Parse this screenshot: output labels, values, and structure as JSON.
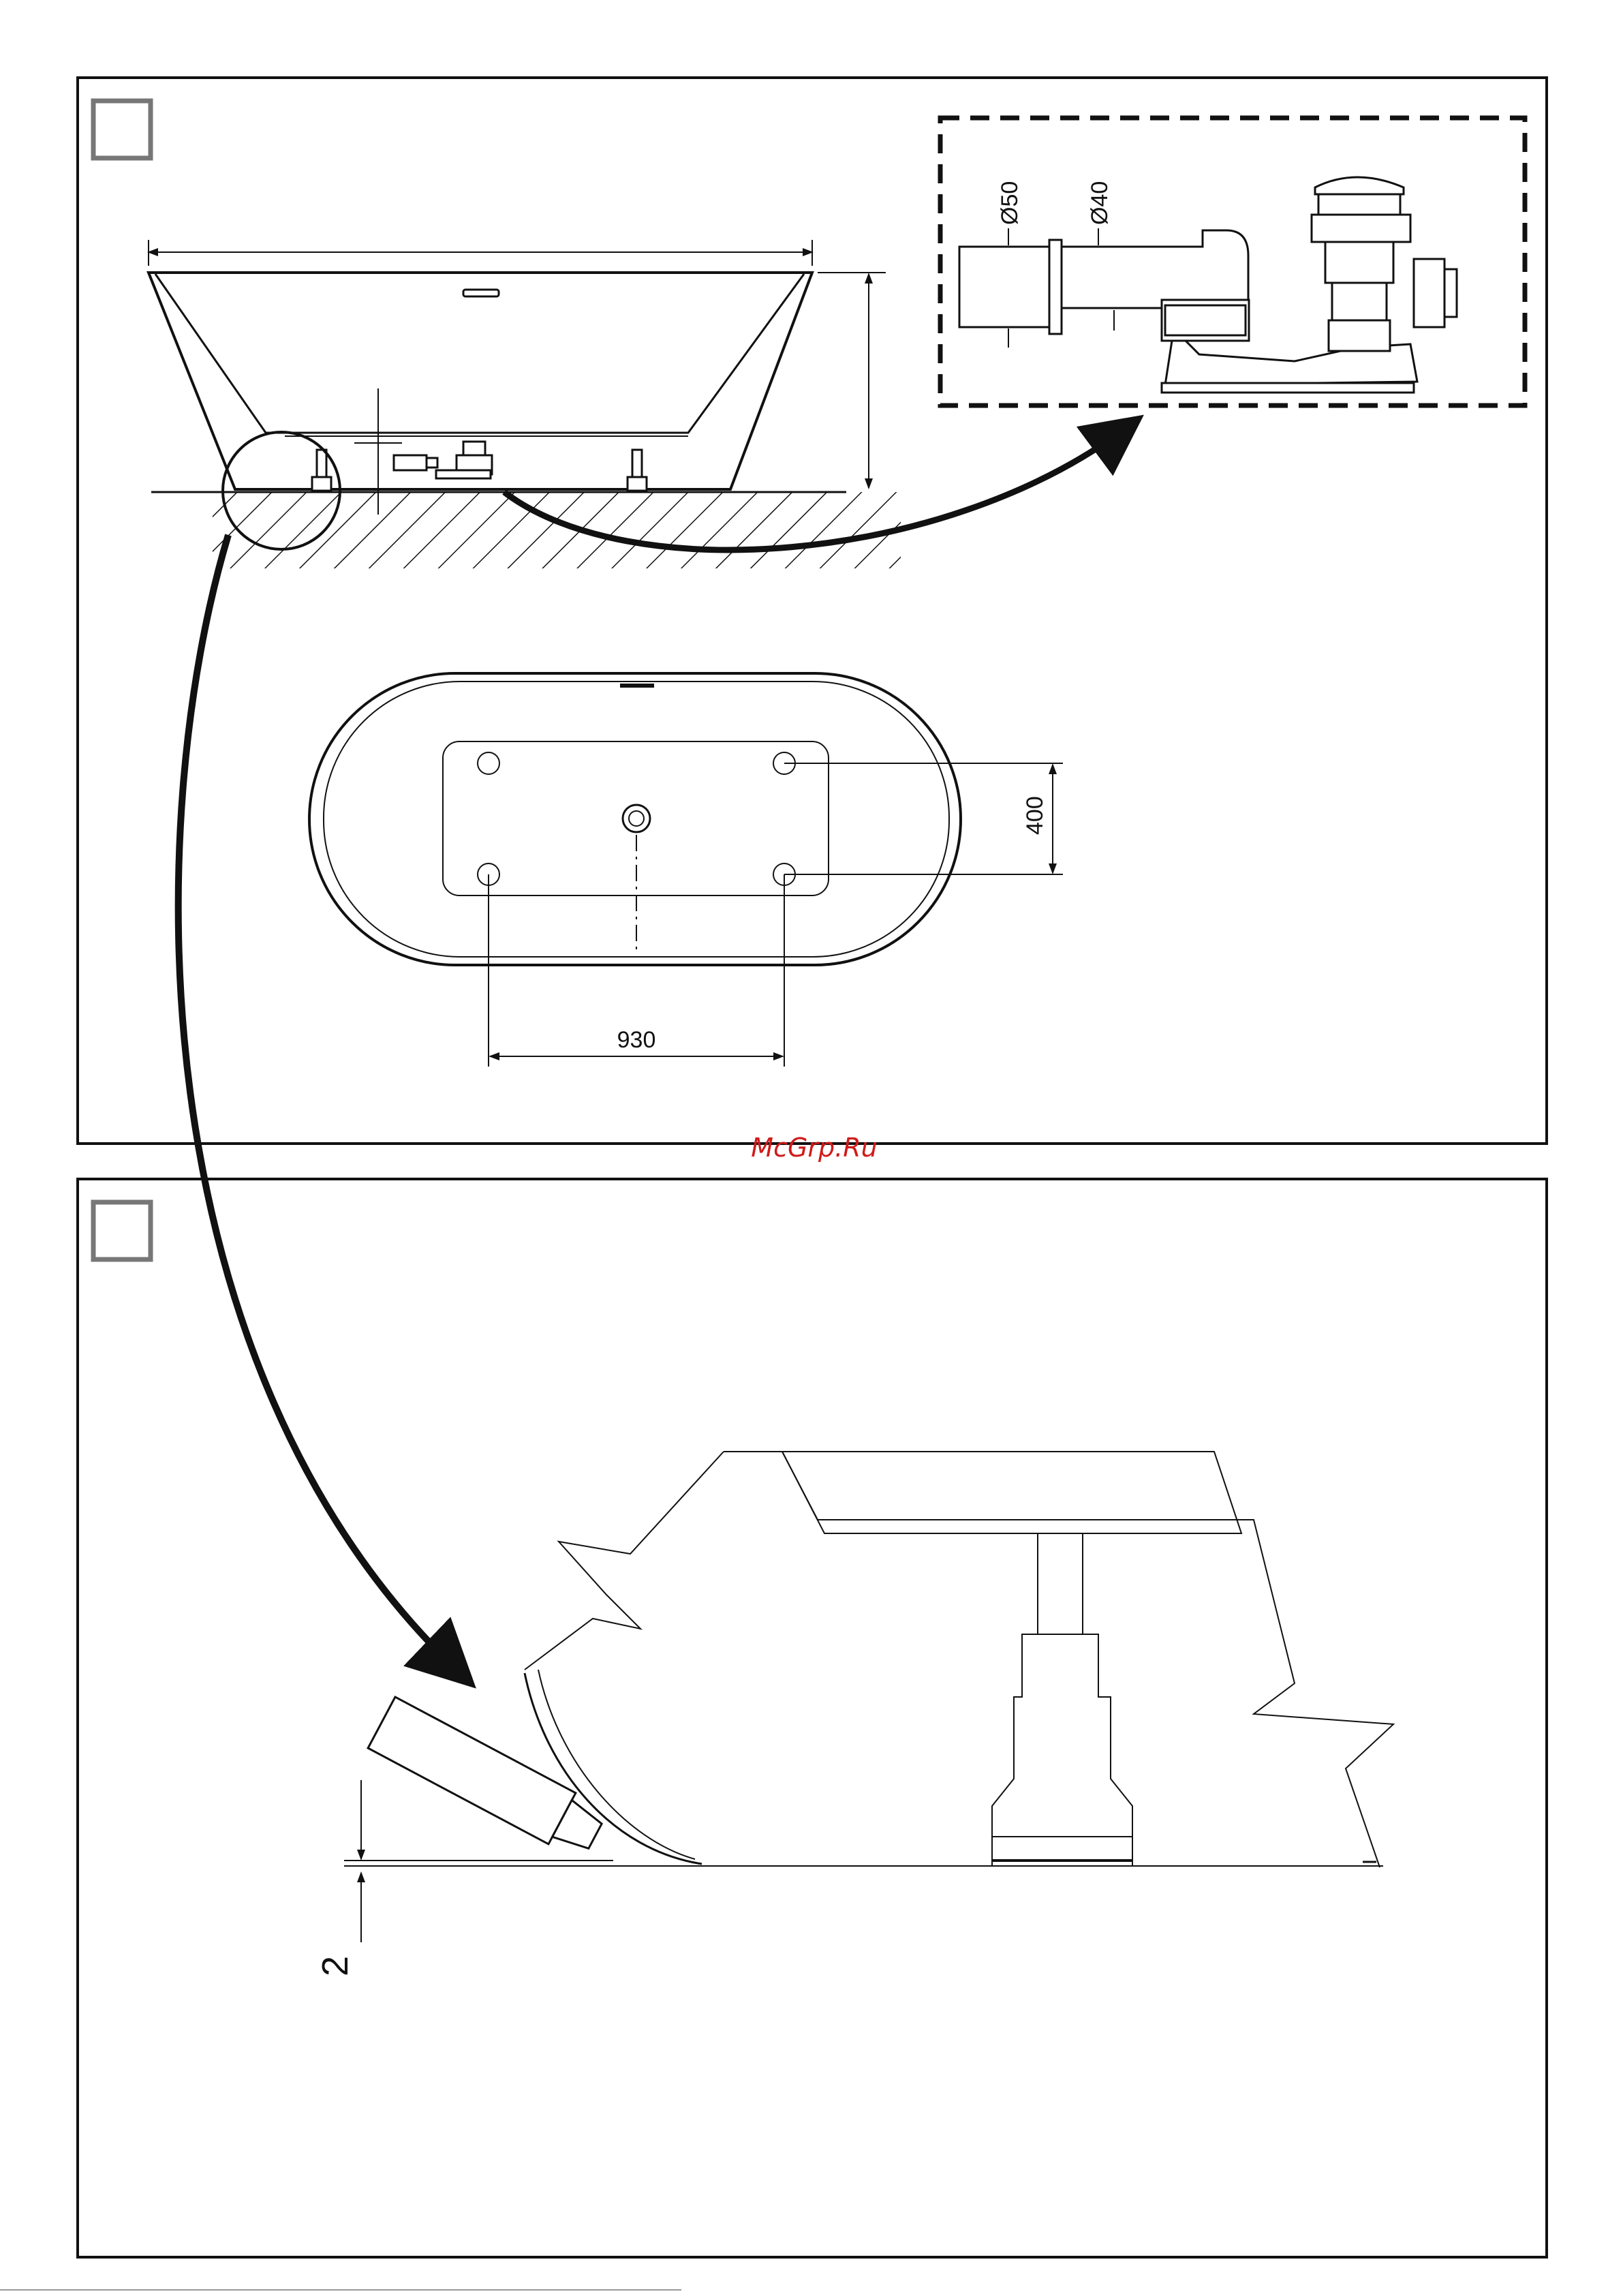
{
  "panel1": {
    "dimension_width": "930",
    "dimension_depth": "400",
    "siphon_diameter_outer": "Ø50",
    "siphon_diameter_inner": "Ø40"
  },
  "panel2": {
    "gap_dimension": "2"
  },
  "watermark": "McGrp.Ru",
  "colors": {
    "line": "#111111",
    "watermark": "#d11a1a",
    "frame_box": "#777777"
  }
}
